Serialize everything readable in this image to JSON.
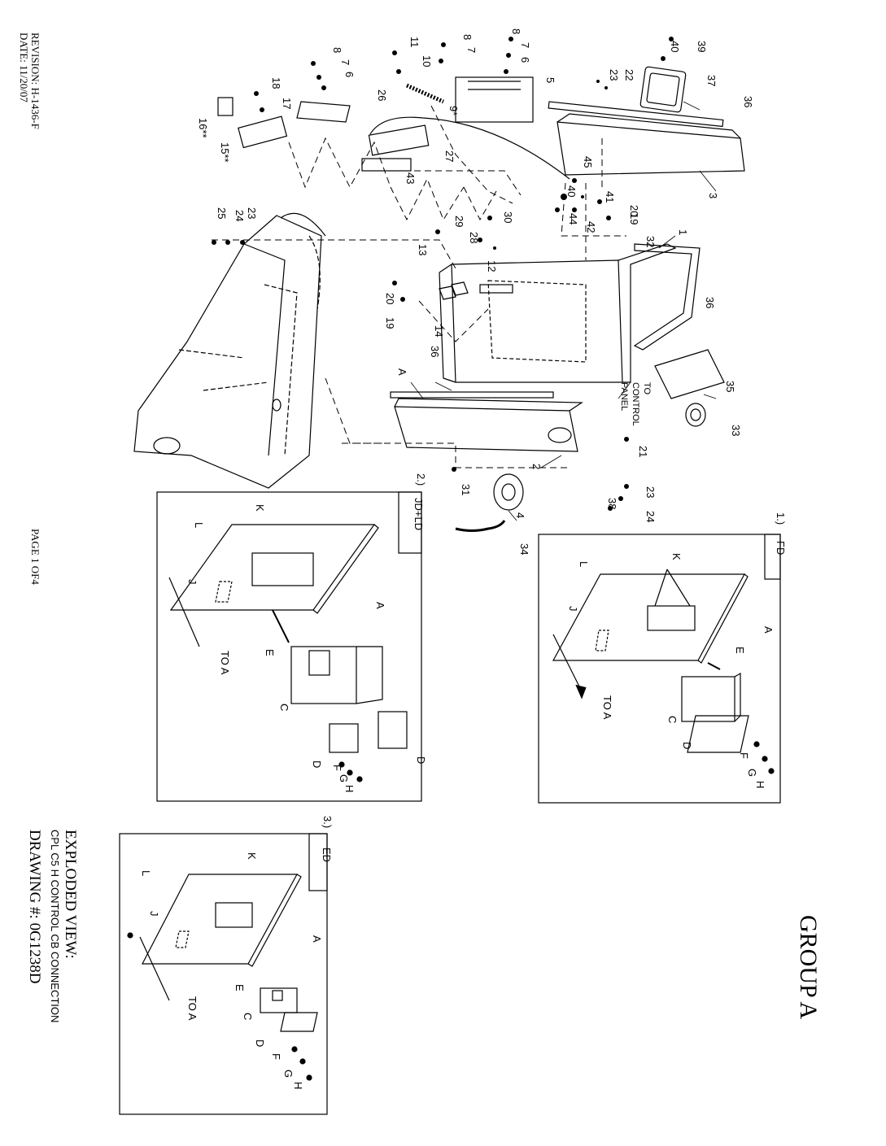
{
  "header": {
    "revision": "REVISION: H-1436-F",
    "date": "DATE: 11/20/07",
    "page": "PAGE 1 OF4",
    "group": "GROUP A"
  },
  "title_block": {
    "line1": "EXPLODED VIEW:",
    "line2": "CPL C5 H CONTROL CB CONNECTION",
    "line3": "DRAWING #: 0G1238D"
  },
  "main_callouts": [
    "1",
    "2",
    "3",
    "4",
    "5",
    "6",
    "7",
    "8",
    "9*",
    "10",
    "11",
    "12",
    "13",
    "14",
    "15**",
    "16**",
    "17",
    "18",
    "19",
    "20",
    "21",
    "22",
    "23",
    "24",
    "25",
    "26",
    "27",
    "28",
    "29",
    "30",
    "31",
    "32",
    "33",
    "34",
    "35",
    "36",
    "37",
    "38",
    "39",
    "40",
    "41",
    "42",
    "43",
    "44",
    "45",
    "A"
  ],
  "to_control_panel": [
    "TO",
    "CONTROL",
    "PANEL"
  ],
  "insets": [
    {
      "number": "1.)",
      "title": "FD",
      "labels": [
        "A",
        "C",
        "D",
        "E",
        "F",
        "G",
        "H",
        "J",
        "K",
        "L"
      ],
      "to_a": "TO A"
    },
    {
      "number": "2.)",
      "title": "JD+LD",
      "labels": [
        "A",
        "C",
        "D",
        "D",
        "E",
        "F",
        "G",
        "H",
        "J",
        "K",
        "L"
      ],
      "to_a": "TO A"
    },
    {
      "number": "3.)",
      "title": "ED",
      "labels": [
        "A",
        "C",
        "D",
        "E",
        "F",
        "G",
        "H",
        "J",
        "K",
        "L"
      ],
      "to_a": "TO A"
    }
  ]
}
